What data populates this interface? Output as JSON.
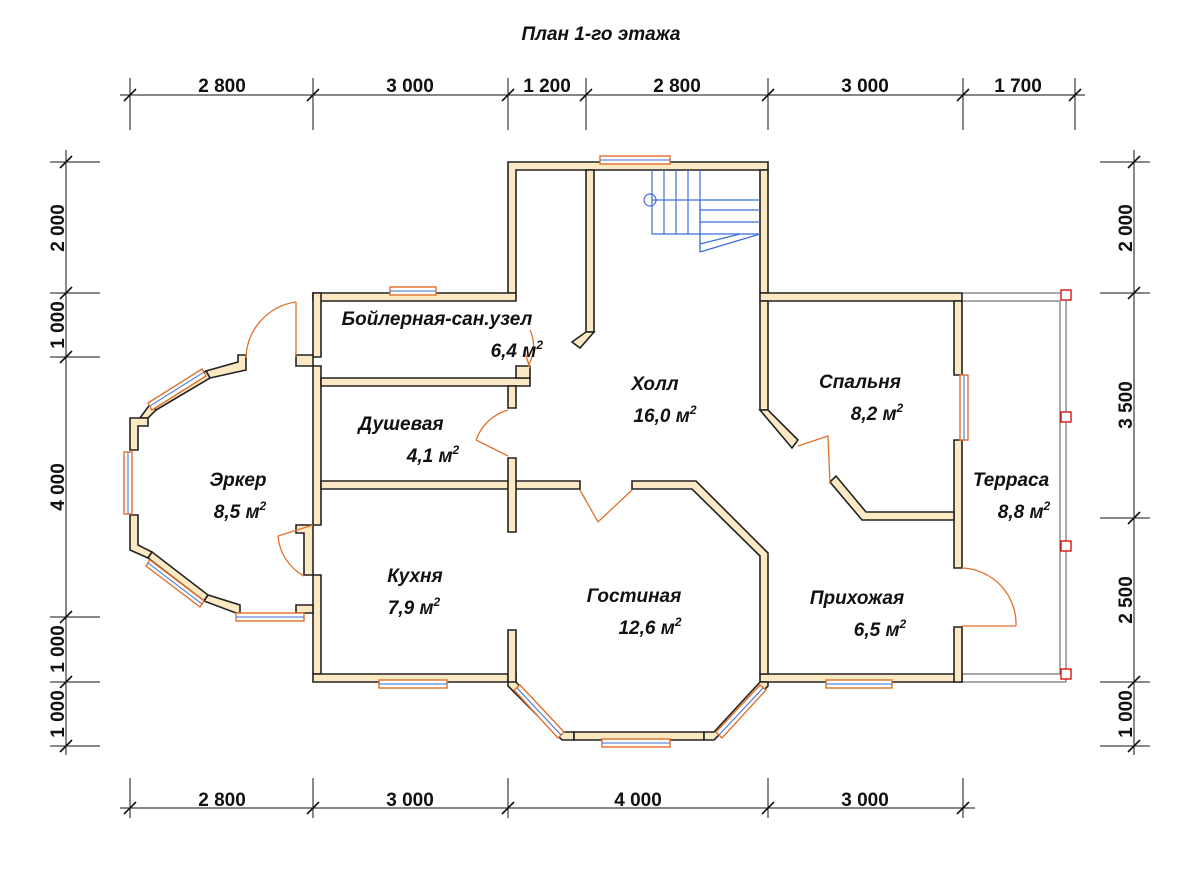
{
  "title": "План 1-го этажа",
  "dimensions": {
    "top": [
      "2 800",
      "3 000",
      "1 200",
      "2 800",
      "3 000",
      "1 700"
    ],
    "bottom": [
      "2 800",
      "3 000",
      "4 000",
      "3 000"
    ],
    "left": [
      "2 000",
      "1 000",
      "4 000",
      "1 000",
      "1 000"
    ],
    "right": [
      "2 000",
      "3 500",
      "2 500",
      "1 000"
    ]
  },
  "rooms": [
    {
      "name": "Бойлерная-сан.узел",
      "area": "6,4 м",
      "sup": "2"
    },
    {
      "name": "Холл",
      "area": "16,0 м",
      "sup": "2"
    },
    {
      "name": "Спальня",
      "area": "8,2 м",
      "sup": "2"
    },
    {
      "name": "Душевая",
      "area": "4,1 м",
      "sup": "2"
    },
    {
      "name": "Эркер",
      "area": "8,5 м",
      "sup": "2"
    },
    {
      "name": "Терраса",
      "area": "8,8 м",
      "sup": "2"
    },
    {
      "name": "Кухня",
      "area": "7,9 м",
      "sup": "2"
    },
    {
      "name": "Гостиная",
      "area": "12,6 м",
      "sup": "2"
    },
    {
      "name": "Прихожая",
      "area": "6,5 м",
      "sup": "2"
    }
  ]
}
